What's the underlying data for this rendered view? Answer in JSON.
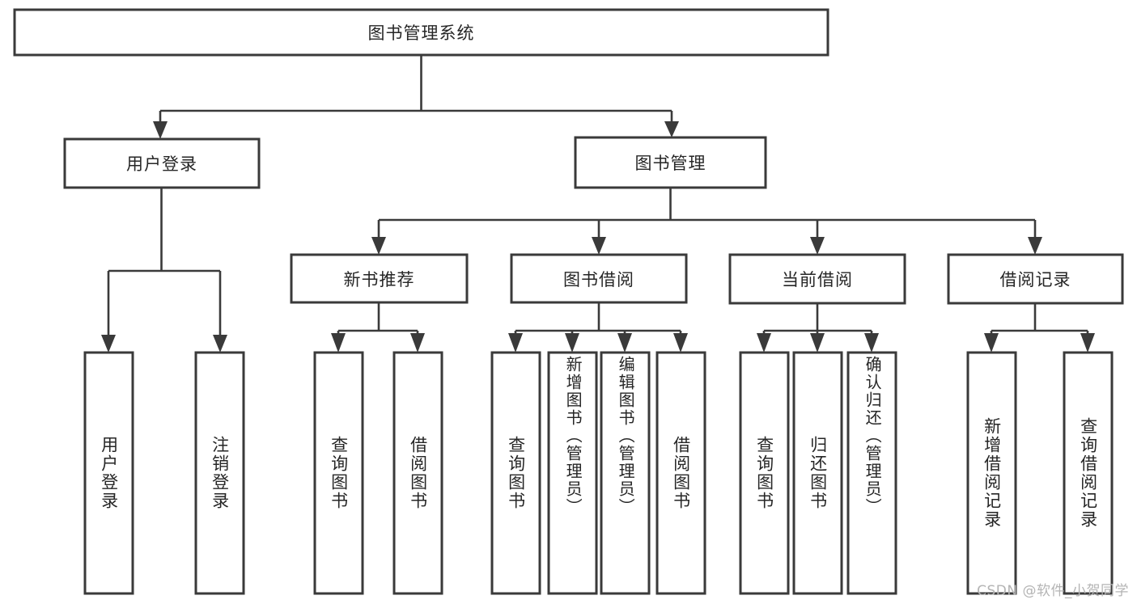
{
  "diagram": {
    "title": "图书管理系统",
    "type": "tree-hierarchy-chart",
    "root": {
      "id": "root",
      "label": "图书管理系统"
    },
    "level2": [
      {
        "id": "user-login",
        "label": "用户登录"
      },
      {
        "id": "book-manage",
        "label": "图书管理"
      }
    ],
    "level3": [
      {
        "id": "new-book-rec",
        "label": "新书推荐",
        "parent": "book-manage"
      },
      {
        "id": "book-borrow",
        "label": "图书借阅",
        "parent": "book-manage"
      },
      {
        "id": "current-borrow",
        "label": "当前借阅",
        "parent": "book-manage"
      },
      {
        "id": "borrow-record",
        "label": "借阅记录",
        "parent": "book-manage"
      }
    ],
    "leaves": {
      "user-login": [
        {
          "id": "leaf-user-login",
          "label": "用户登录"
        },
        {
          "id": "leaf-user-logout",
          "label": "注销登录"
        }
      ],
      "new-book-rec": [
        {
          "id": "leaf-query-book-1",
          "label": "查询图书"
        },
        {
          "id": "leaf-borrow-book-1",
          "label": "借阅图书"
        }
      ],
      "book-borrow": [
        {
          "id": "leaf-query-book-2",
          "label": "查询图书"
        },
        {
          "id": "leaf-add-book",
          "label": "新增图书（管理员）"
        },
        {
          "id": "leaf-edit-book",
          "label": "编辑图书（管理员）"
        },
        {
          "id": "leaf-borrow-book-2",
          "label": "借阅图书"
        }
      ],
      "current-borrow": [
        {
          "id": "leaf-query-book-3",
          "label": "查询图书"
        },
        {
          "id": "leaf-return-book",
          "label": "归还图书"
        },
        {
          "id": "leaf-confirm-return",
          "label": "确认归还（管理员）"
        }
      ],
      "borrow-record": [
        {
          "id": "leaf-add-record",
          "label": "新增借阅记录"
        },
        {
          "id": "leaf-query-record",
          "label": "查询借阅记录"
        }
      ]
    },
    "colors": {
      "stroke": "#3a3a3a",
      "fill": "#ffffff",
      "text": "#262626",
      "watermark": "#b4b4b4"
    }
  },
  "watermark": {
    "text": "CSDN @软件_小贺同学"
  }
}
